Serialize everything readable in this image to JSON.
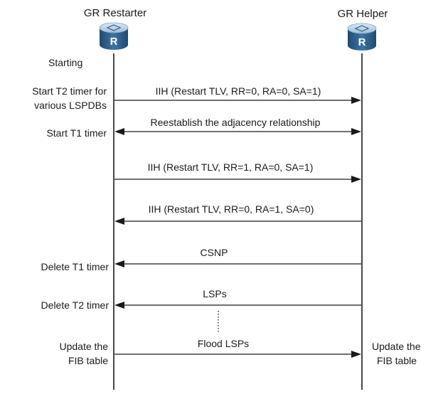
{
  "nodes": [
    {
      "id": "restarter",
      "name": "GR Restarter",
      "icon_letter": "R",
      "icon": "router-icon"
    },
    {
      "id": "helper",
      "name": "GR Helper",
      "icon_letter": "R",
      "icon": "router-icon"
    }
  ],
  "state_label": "Starting",
  "left_notes": [
    {
      "lines": [
        "Start T2 timer for",
        "various LSPDBs"
      ]
    },
    {
      "lines": [
        "Start T1 timer"
      ]
    },
    {
      "lines": [
        "Delete T1 timer"
      ]
    },
    {
      "lines": [
        "Delete T2 timer"
      ]
    },
    {
      "lines": [
        "Update the",
        "FIB table"
      ]
    }
  ],
  "right_notes": [
    {
      "lines": [
        "Update the",
        "FIB table"
      ]
    }
  ],
  "messages": [
    {
      "label": "IIH (Restart TLV, RR=0, RA=0, SA=1)",
      "direction": "right"
    },
    {
      "label": "Reestablish the adjacency relationship",
      "direction": "both"
    },
    {
      "label": "IIH (Restart TLV, RR=1, RA=0, SA=1)",
      "direction": "right"
    },
    {
      "label": "IIH (Restart TLV, RR=0, RA=1, SA=0)",
      "direction": "left"
    },
    {
      "label": "CSNP",
      "direction": "left"
    },
    {
      "label": "LSPs",
      "direction": "left"
    },
    {
      "label": "Flood LSPs",
      "direction": "right"
    }
  ],
  "colors": {
    "router_body": "#2d5f8a",
    "router_top": "#bcd3e6",
    "line": "#1a1a1a",
    "text": "#1a1a1a"
  }
}
